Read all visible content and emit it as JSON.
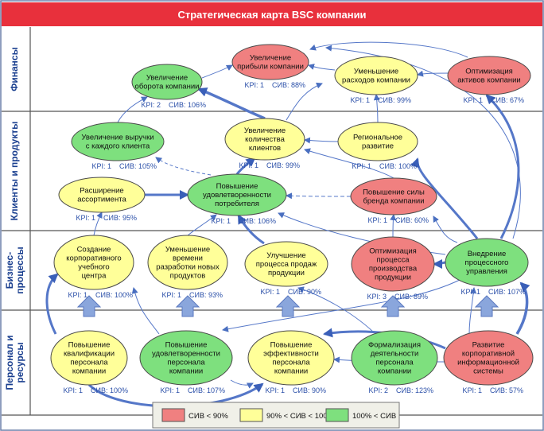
{
  "title": "Стратегическая карта BSC компании",
  "colors": {
    "red": "#f08080",
    "yellow": "#ffff99",
    "green": "#7ee07e",
    "title_bg": "#e8303c",
    "lane_line": "#666666",
    "arrow": "#4a6fc0"
  },
  "lanes": [
    {
      "id": "finance",
      "label": "Финансы"
    },
    {
      "id": "clients",
      "label": "Клиенты и продукты"
    },
    {
      "id": "process",
      "label": "Бизнес-\nпроцессы"
    },
    {
      "id": "people",
      "label": "Персонал и\nресурсы"
    }
  ],
  "nodes": [
    {
      "id": "rev_growth",
      "lines": [
        "Увеличение",
        "оборота компании"
      ],
      "color": "green",
      "kpi": "KPI: 2",
      "siv": "СИВ: 106%"
    },
    {
      "id": "profit",
      "lines": [
        "Увеличение",
        "прибыли компании"
      ],
      "color": "red",
      "kpi": "KPI: 1",
      "siv": "СИВ: 88%"
    },
    {
      "id": "cost_cut",
      "lines": [
        "Уменьшение",
        "расходов компании"
      ],
      "color": "yellow",
      "kpi": "KPI: 1",
      "siv": "СИВ: 99%"
    },
    {
      "id": "asset_opt",
      "lines": [
        "Оптимизация",
        "активов компании"
      ],
      "color": "red",
      "kpi": "KPI: 1",
      "siv": "СИВ: 67%"
    },
    {
      "id": "client_rev",
      "lines": [
        "Увеличение выручки",
        "с каждого клиента"
      ],
      "color": "green",
      "kpi": "KPI: 1",
      "siv": "СИВ: 105%"
    },
    {
      "id": "client_count",
      "lines": [
        "Увеличение",
        "количества",
        "клиентов"
      ],
      "color": "yellow",
      "kpi": "KPI: 1",
      "siv": "СИВ: 99%"
    },
    {
      "id": "regional",
      "lines": [
        "Региональное",
        "развитие"
      ],
      "color": "yellow",
      "kpi": "KPI: 1",
      "siv": "СИВ: 100%"
    },
    {
      "id": "assortment",
      "lines": [
        "Расширение",
        "ассортимента"
      ],
      "color": "yellow",
      "kpi": "KPI: 1",
      "siv": "СИВ: 95%"
    },
    {
      "id": "satisfaction",
      "lines": [
        "Повышение",
        "удовлетворенности",
        "потребителя"
      ],
      "color": "green",
      "kpi": "KPI: 1",
      "siv": "СИВ: 106%"
    },
    {
      "id": "brand",
      "lines": [
        "Повышение силы",
        "бренда компании"
      ],
      "color": "red",
      "kpi": "KPI: 1",
      "siv": "СИВ: 60%"
    },
    {
      "id": "training_center",
      "lines": [
        "Создание",
        "корпоративного",
        "учебного",
        "центра"
      ],
      "color": "yellow",
      "kpi": "KPI: 1",
      "siv": "СИВ: 100%"
    },
    {
      "id": "dev_time",
      "lines": [
        "Уменьшение",
        "времени",
        "разработки новых",
        "продуктов"
      ],
      "color": "yellow",
      "kpi": "KPI: 1",
      "siv": "СИВ: 93%"
    },
    {
      "id": "sales_process",
      "lines": [
        "Улучшение",
        "процесса продаж",
        "продукции"
      ],
      "color": "yellow",
      "kpi": "KPI: 1",
      "siv": "СИВ: 90%"
    },
    {
      "id": "production_opt",
      "lines": [
        "Оптимизация",
        "процесса",
        "производства",
        "продукции"
      ],
      "color": "red",
      "kpi": "KPI: 3",
      "siv": "СИВ: 89%"
    },
    {
      "id": "process_mgmt",
      "lines": [
        "Внедрение",
        "процессного",
        "управления"
      ],
      "color": "green",
      "kpi": "KPI: 1",
      "siv": "СИВ: 107%"
    },
    {
      "id": "qualification",
      "lines": [
        "Повышение",
        "квалификации",
        "персонала",
        "компании"
      ],
      "color": "yellow",
      "kpi": "KPI: 1",
      "siv": "СИВ: 100%"
    },
    {
      "id": "staff_satisfaction",
      "lines": [
        "Повышение",
        "удовлетворенности",
        "персонала",
        "компании"
      ],
      "color": "green",
      "kpi": "KPI: 1",
      "siv": "СИВ: 107%"
    },
    {
      "id": "staff_efficiency",
      "lines": [
        "Повышение",
        "эффективности",
        "персонала",
        "компании"
      ],
      "color": "yellow",
      "kpi": "KPI: 1",
      "siv": "СИВ: 90%"
    },
    {
      "id": "formalization",
      "lines": [
        "Формализация",
        "деятельности",
        "персонала",
        "компании"
      ],
      "color": "green",
      "kpi": "KPI: 2",
      "siv": "СИВ: 123%"
    },
    {
      "id": "info_system",
      "lines": [
        "Развитие",
        "корпоративной",
        "информационной",
        "системы"
      ],
      "color": "red",
      "kpi": "KPI: 1",
      "siv": "СИВ: 57%"
    }
  ],
  "legend": [
    {
      "color": "red",
      "label": "СИВ < 90%"
    },
    {
      "color": "yellow",
      "label": "90% < СИВ < 100%"
    },
    {
      "color": "green",
      "label": "100% < СИВ"
    }
  ]
}
